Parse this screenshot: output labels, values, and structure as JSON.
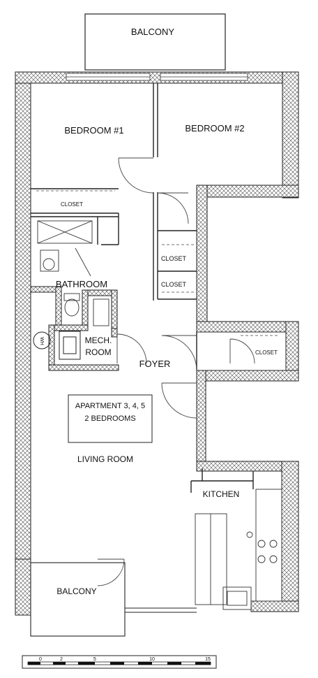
{
  "rooms": {
    "balcony_top": "BALCONY",
    "bedroom1": "BEDROOM #1",
    "bedroom2": "BEDROOM #2",
    "closet_bed1": "CLOSET",
    "closet_hall1": "CLOSET",
    "closet_hall2": "CLOSET",
    "closet_right": "CLOSET",
    "bathroom": "BATHROOM",
    "mech_line1": "MECH.",
    "mech_line2": "ROOM",
    "wh": "WH",
    "foyer": "FOYER",
    "living": "LIVING ROOM",
    "kitchen": "KITCHEN",
    "balcony_bottom": "BALCONY"
  },
  "title_block": {
    "line1": "APARTMENT  3, 4, 5",
    "line2": "2 BEDROOMS"
  },
  "scale_bar": {
    "ticks": [
      "0",
      "2",
      "5",
      "10",
      "15"
    ]
  }
}
